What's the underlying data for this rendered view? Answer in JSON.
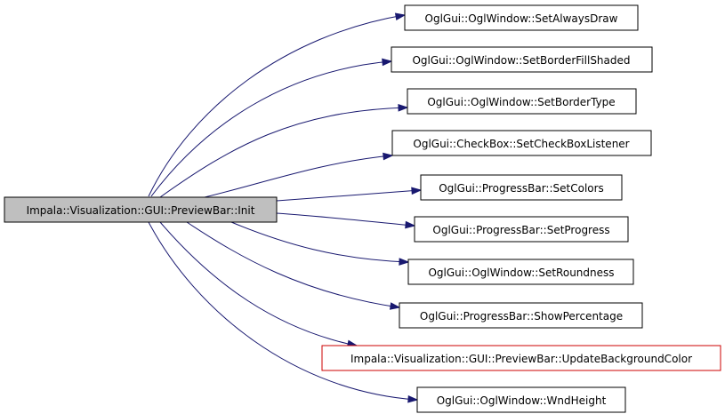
{
  "graph": {
    "root": {
      "label": "Impala::Visualization::GUI::PreviewBar::Init"
    },
    "callees": [
      {
        "label": "OglGui::OglWindow::SetAlwaysDraw",
        "highlight": false
      },
      {
        "label": "OglGui::OglWindow::SetBorderFillShaded",
        "highlight": false
      },
      {
        "label": "OglGui::OglWindow::SetBorderType",
        "highlight": false
      },
      {
        "label": "OglGui::CheckBox::SetCheckBoxListener",
        "highlight": false
      },
      {
        "label": "OglGui::ProgressBar::SetColors",
        "highlight": false
      },
      {
        "label": "OglGui::ProgressBar::SetProgress",
        "highlight": false
      },
      {
        "label": "OglGui::OglWindow::SetRoundness",
        "highlight": false
      },
      {
        "label": "OglGui::ProgressBar::ShowPercentage",
        "highlight": false
      },
      {
        "label": "Impala::Visualization::GUI::PreviewBar::UpdateBackgroundColor",
        "highlight": true
      },
      {
        "label": "OglGui::OglWindow::WndHeight",
        "highlight": false
      }
    ],
    "colors": {
      "edge": "#191970",
      "root_fill": "#bfbfbf",
      "node_border": "#000000",
      "highlight_border": "#cc0000"
    }
  }
}
